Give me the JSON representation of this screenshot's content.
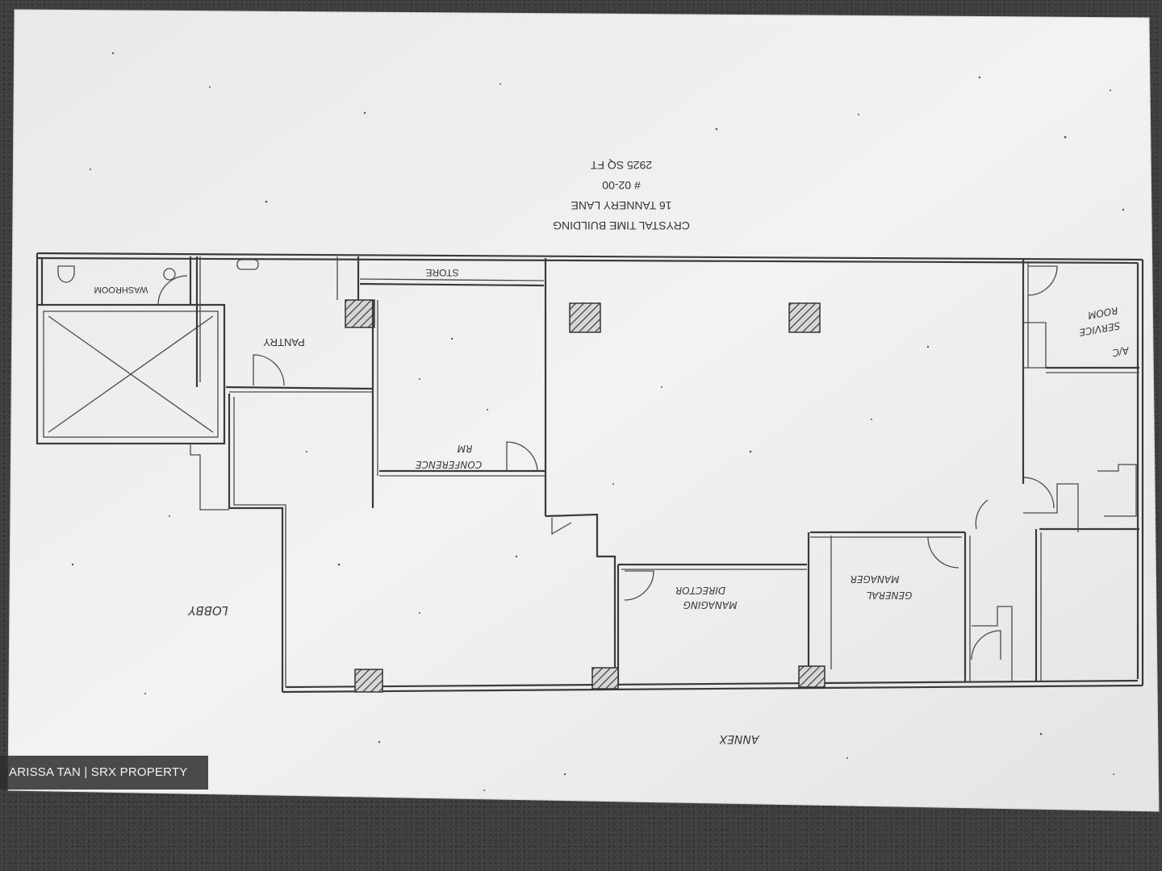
{
  "title": {
    "building": "CRYSTAL TIME BUILDING",
    "address": "16 TANNERY LANE",
    "unit": "# 02-00",
    "area": "2925 SQ FT"
  },
  "rooms": {
    "washroom": "WASHROOM",
    "pantry": "PANTRY",
    "store": "STORE",
    "conference_line1": "CONFERENCE",
    "conference_line2": "RM",
    "ac_service_line1": "A/C",
    "ac_service_line2": "SERVICE",
    "ac_service_line3": "ROOM",
    "managing_line1": "MANAGING",
    "managing_line2": "DIRECTOR",
    "general_line1": "GENERAL",
    "general_line2": "MANAGER",
    "lobby": "LOBBY",
    "annex": "ANNEX"
  },
  "watermark": "ARISSA TAN | SRX PROPERTY"
}
